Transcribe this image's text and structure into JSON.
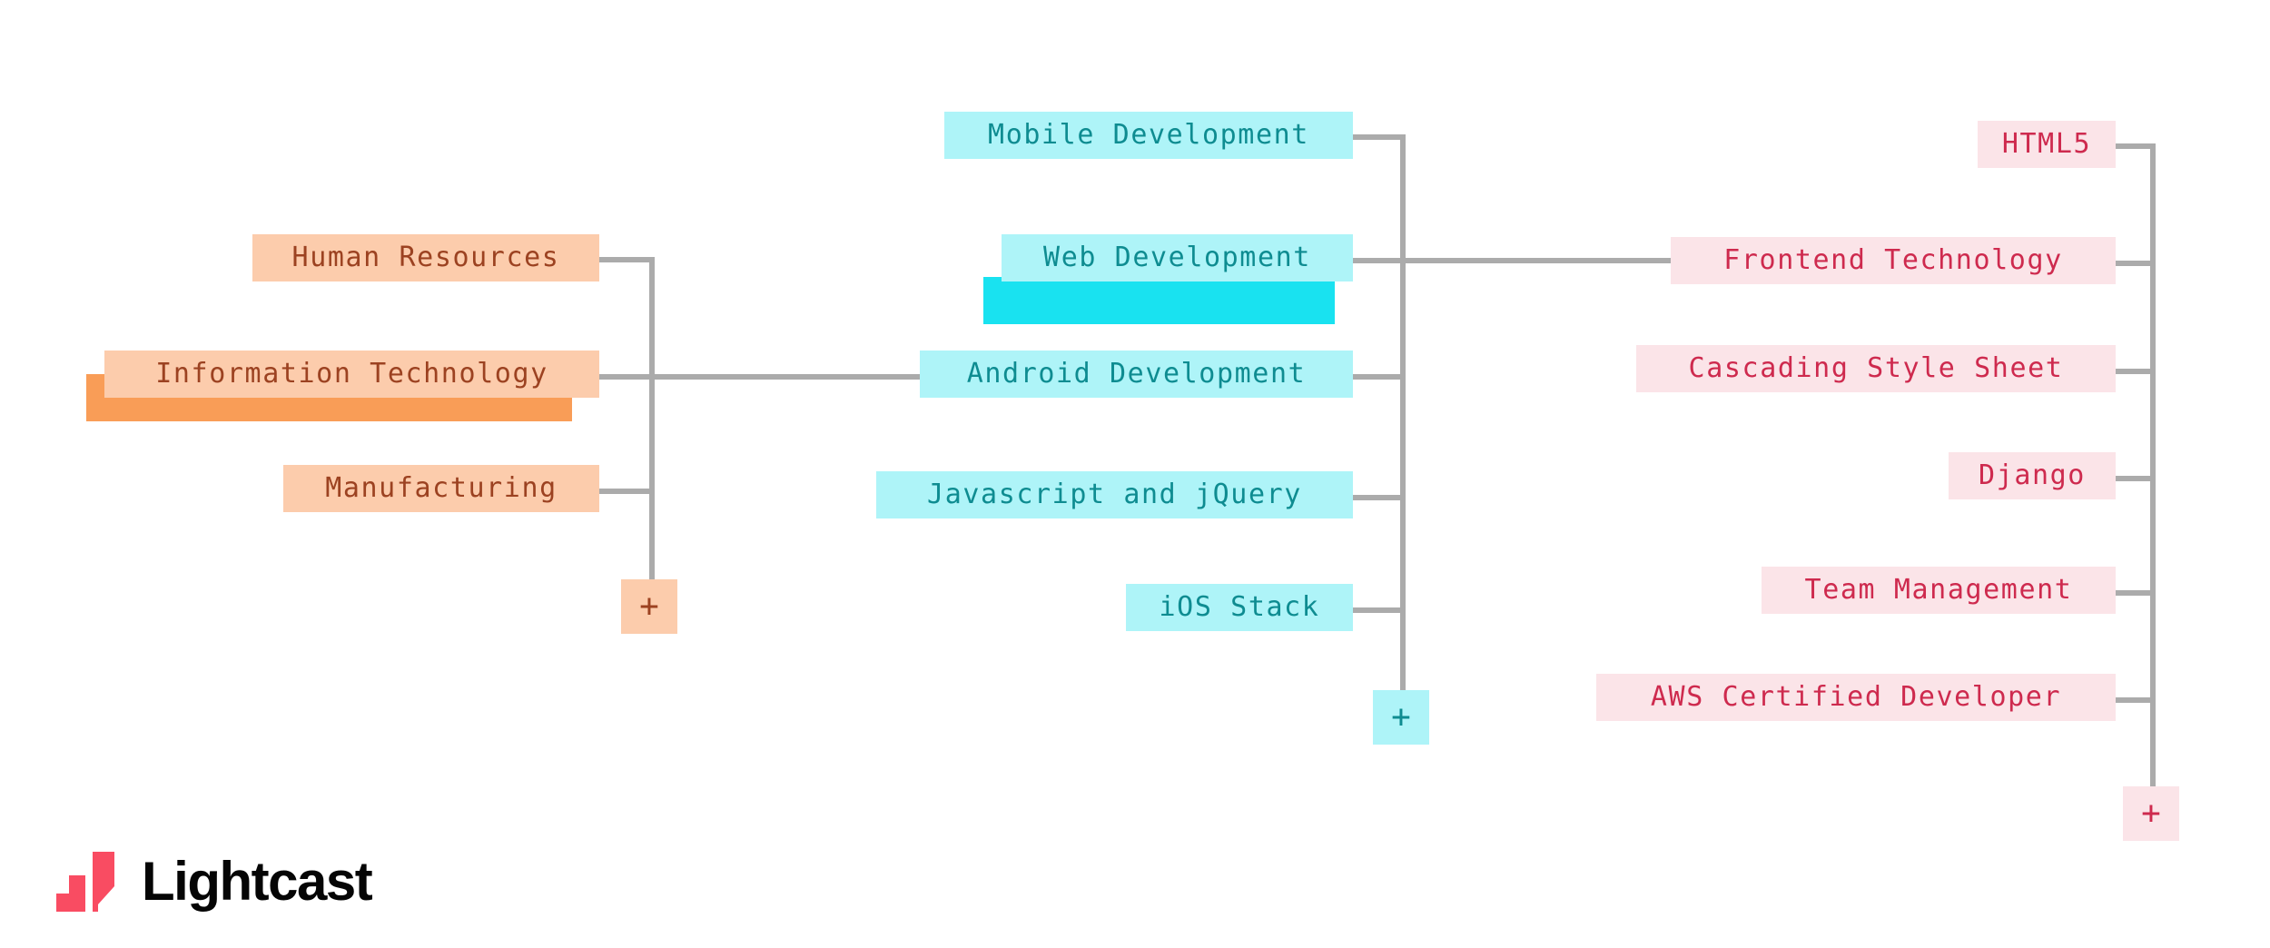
{
  "diagram": {
    "type": "skill-taxonomy-tree",
    "orientation": "left-to-right",
    "columns": [
      {
        "id": "industry",
        "palette": {
          "box_bg": "#FCCCAC",
          "text": "#9C4221",
          "selection": "#F99D57"
        },
        "nodes": [
          {
            "label": "Human Resources",
            "selected": false
          },
          {
            "label": "Information Technology",
            "selected": true
          },
          {
            "label": "Manufacturing",
            "selected": false
          }
        ],
        "expand_button": {
          "label": "+"
        }
      },
      {
        "id": "skill-area",
        "palette": {
          "box_bg": "#AEF4F8",
          "text": "#0E8C91",
          "selection": "#19E2F0"
        },
        "nodes": [
          {
            "label": "Mobile Development",
            "selected": false
          },
          {
            "label": "Web Development",
            "selected": true
          },
          {
            "label": "Android Development",
            "selected": false
          },
          {
            "label": "Javascript and jQuery",
            "selected": false
          },
          {
            "label": "iOS Stack",
            "selected": false
          }
        ],
        "expand_button": {
          "label": "+"
        }
      },
      {
        "id": "skill",
        "palette": {
          "box_bg": "#FBE4E8",
          "text": "#CE2A4E",
          "selection": "#F6A3B5"
        },
        "nodes": [
          {
            "label": "HTML5",
            "selected": false
          },
          {
            "label": "Frontend Technology",
            "selected": false
          },
          {
            "label": "Cascading Style Sheet",
            "selected": false
          },
          {
            "label": "Django",
            "selected": false
          },
          {
            "label": "Team Management",
            "selected": false
          },
          {
            "label": "AWS Certified Developer",
            "selected": false
          }
        ],
        "expand_button": {
          "label": "+"
        }
      }
    ],
    "connector_color": "#ABABAB"
  },
  "brand": {
    "name": "Lightcast",
    "mark_color": "#F94C62",
    "word_color": "#050505"
  }
}
